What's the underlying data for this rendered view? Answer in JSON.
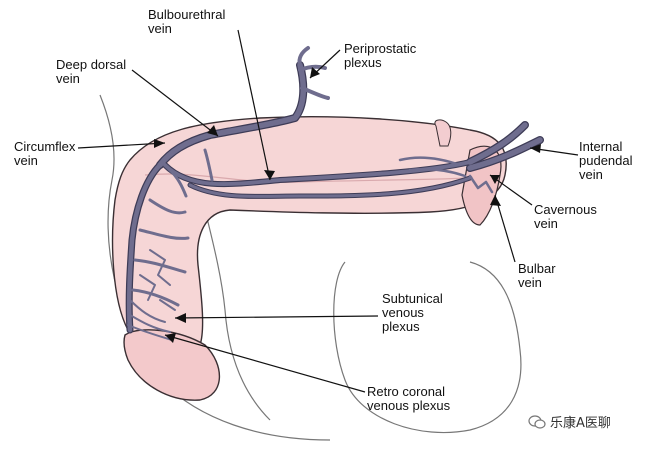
{
  "labels": {
    "bulbourethral": "Bulbourethral\nvein",
    "periprostatic": "Periprostatic\nplexus",
    "deep_dorsal": "Deep dorsal\nvein",
    "circumflex": "Circumflex\nvein",
    "internal_pudendal": "Internal\npudendal\nvein",
    "cavernous": "Cavernous\nvein",
    "bulbar": "Bulbar\nvein",
    "subtunical": "Subtunical\nvenous\nplexus",
    "retro_coronal": "Retro coronal\nvenous plexus"
  },
  "watermark": {
    "text": "乐康A医聊",
    "icon": "wechat-icon"
  },
  "colors": {
    "tissue": "#f6d6d6",
    "tissue_dark": "#e7b7ba",
    "vein": "#6f6d8e",
    "vein_outline": "#3e3c57",
    "outline": "#3a2f33"
  }
}
